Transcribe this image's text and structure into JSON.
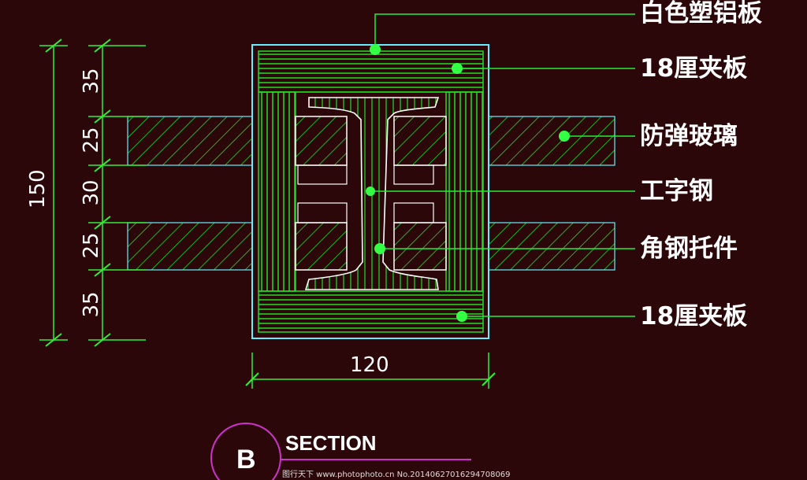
{
  "colors": {
    "background": "#2b0709",
    "line_green": "#22dd22",
    "outline_cyan": "#66eeff",
    "callout_green": "#22ee33",
    "dimension_green": "#33ee33",
    "dimension_white": "#ffffff",
    "section_circle": "#cc33cc",
    "text": "#ffffff"
  },
  "callouts": [
    {
      "id": "white-aluminum-plastic-board",
      "text": "白色塑铝板"
    },
    {
      "id": "plywood-18mm-top",
      "text": "18厘夹板"
    },
    {
      "id": "bulletproof-glass",
      "text": "防弹玻璃"
    },
    {
      "id": "i-beam",
      "text": "工字钢"
    },
    {
      "id": "angle-steel-bracket",
      "text": "角钢托件"
    },
    {
      "id": "plywood-18mm-bottom",
      "text": "18厘夹板"
    }
  ],
  "dimensions": {
    "overall_height": "150",
    "segments": [
      "35",
      "25",
      "30",
      "25",
      "35"
    ],
    "width": "120"
  },
  "section": {
    "title": "SECTION",
    "letter": "B"
  },
  "watermark": "图行天下 www.photophoto.cn  No.20140627016294708069"
}
